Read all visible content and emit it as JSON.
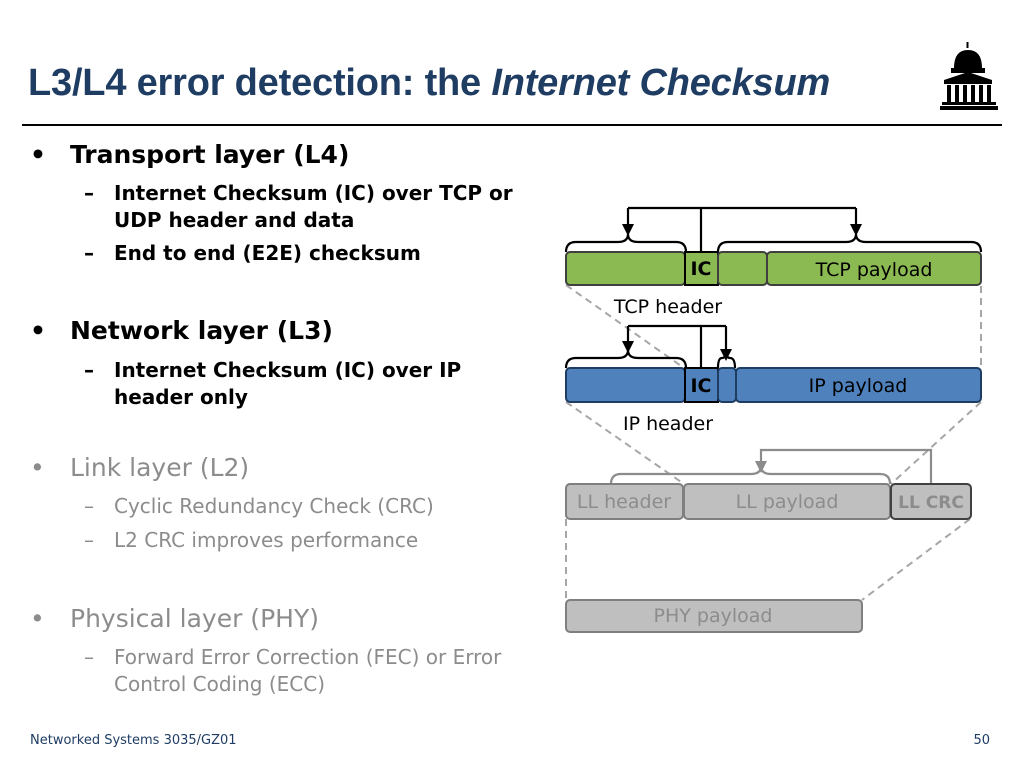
{
  "slide": {
    "title_plain": "L3/L4 error detection: the ",
    "title_emph": "Internet Checksum"
  },
  "bullets": [
    {
      "text": "Transport layer (L4)",
      "sub": [
        "Internet Checksum (IC) over TCP or UDP header and data",
        "End to end (E2E) checksum"
      ]
    },
    {
      "text": "Network layer (L3)",
      "sub": [
        "Internet Checksum (IC) over IP header only"
      ]
    },
    {
      "text": "Link layer (L2)",
      "sub": [
        "Cyclic Redundancy Check (CRC)",
        "L2 CRC improves performance"
      ]
    },
    {
      "text": "Physical layer (PHY)",
      "sub": [
        "Forward Error Correction (FEC) or Error Control Coding (ECC)"
      ]
    }
  ],
  "diagram": {
    "tcp": {
      "ic": "IC",
      "payload": "TCP payload",
      "header_label": "TCP header"
    },
    "ip": {
      "ic": "IC",
      "payload": "IP payload",
      "header_label": "IP header"
    },
    "ll": {
      "header": "LL header",
      "payload": "LL payload",
      "crc": "LL CRC"
    },
    "phy": {
      "payload": "PHY payload"
    }
  },
  "footer": {
    "left": "Networked Systems 3035/GZ01",
    "page": "50"
  },
  "colors": {
    "title": "#1F3D63",
    "tcp_fill": "#8CBA52",
    "ip_fill": "#4F81BD",
    "ll_fill": "#BFBFBF",
    "active_text": "#000000",
    "inactive_text": "#8C8C8C"
  },
  "logo_icon": "university-building-icon"
}
